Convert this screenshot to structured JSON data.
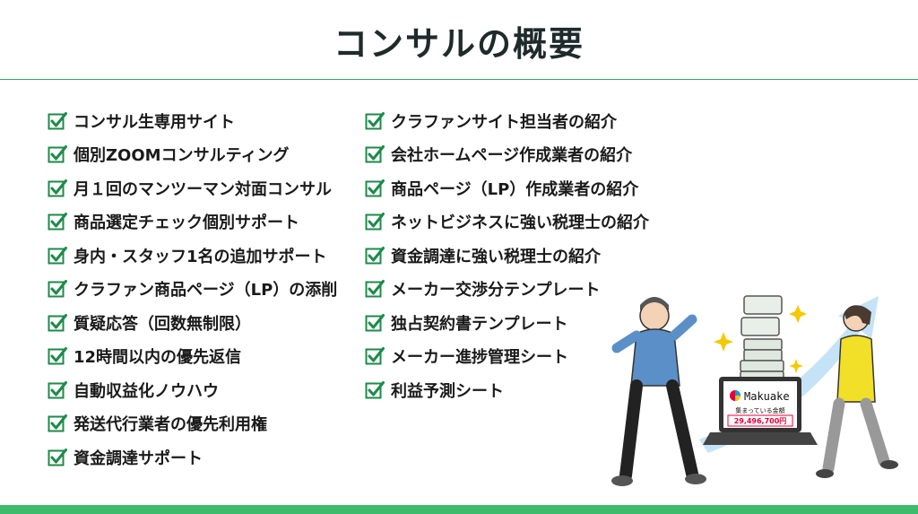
{
  "title": "コンサルの概要",
  "colors": {
    "accent_green": "#2ea66a",
    "check_green": "#1e8a4a",
    "bottom_bar": "#3fbb6e"
  },
  "left_items": [
    "コンサル生専用サイト",
    "個別ZOOMコンサルティング",
    "月１回のマンツーマン対面コンサル",
    "商品選定チェック個別サポート",
    "身内・スタッフ1名の追加サポート",
    "クラファン商品ページ（LP）の添削",
    "質疑応答（回数無制限）",
    "12時間以内の優先返信",
    "自動収益化ノウハウ",
    "発送代行業者の優先利用権",
    "資金調達サポート"
  ],
  "right_items": [
    "クラファンサイト担当者の紹介",
    "会社ホームページ作成業者の紹介",
    "商品ページ（LP）作成業者の紹介",
    "ネットビジネスに強い税理士の紹介",
    "資金調達に強い税理士の紹介",
    "メーカー交渉分テンプレート",
    "独占契約書テンプレート",
    "メーカー進捗管理シート",
    "利益予測シート"
  ],
  "illustration": {
    "laptop_brand": "Makuake",
    "laptop_caption": "集まっている金額",
    "laptop_amount": "29,496,700円",
    "icons": [
      "checkbox-icon",
      "growth-arrow-icon",
      "money-stack-icon",
      "sparkle-icon"
    ]
  }
}
